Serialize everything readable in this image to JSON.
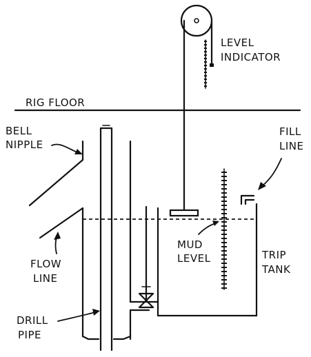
{
  "labels": {
    "level_indicator_1": "LEVEL",
    "level_indicator_2": "INDICATOR",
    "rig_floor": "RIG FLOOR",
    "bell_nipple_1": "BELL",
    "bell_nipple_2": "NIPPLE",
    "fill_line_1": "FILL",
    "fill_line_2": "LINE",
    "mud_level_1": "MUD",
    "mud_level_2": "LEVEL",
    "trip_tank_1": "TRIP",
    "trip_tank_2": "TANK",
    "flow_line_1": "FLOW",
    "flow_line_2": "LINE",
    "drill_pipe_1": "DRILL",
    "drill_pipe_2": "PIPE"
  }
}
